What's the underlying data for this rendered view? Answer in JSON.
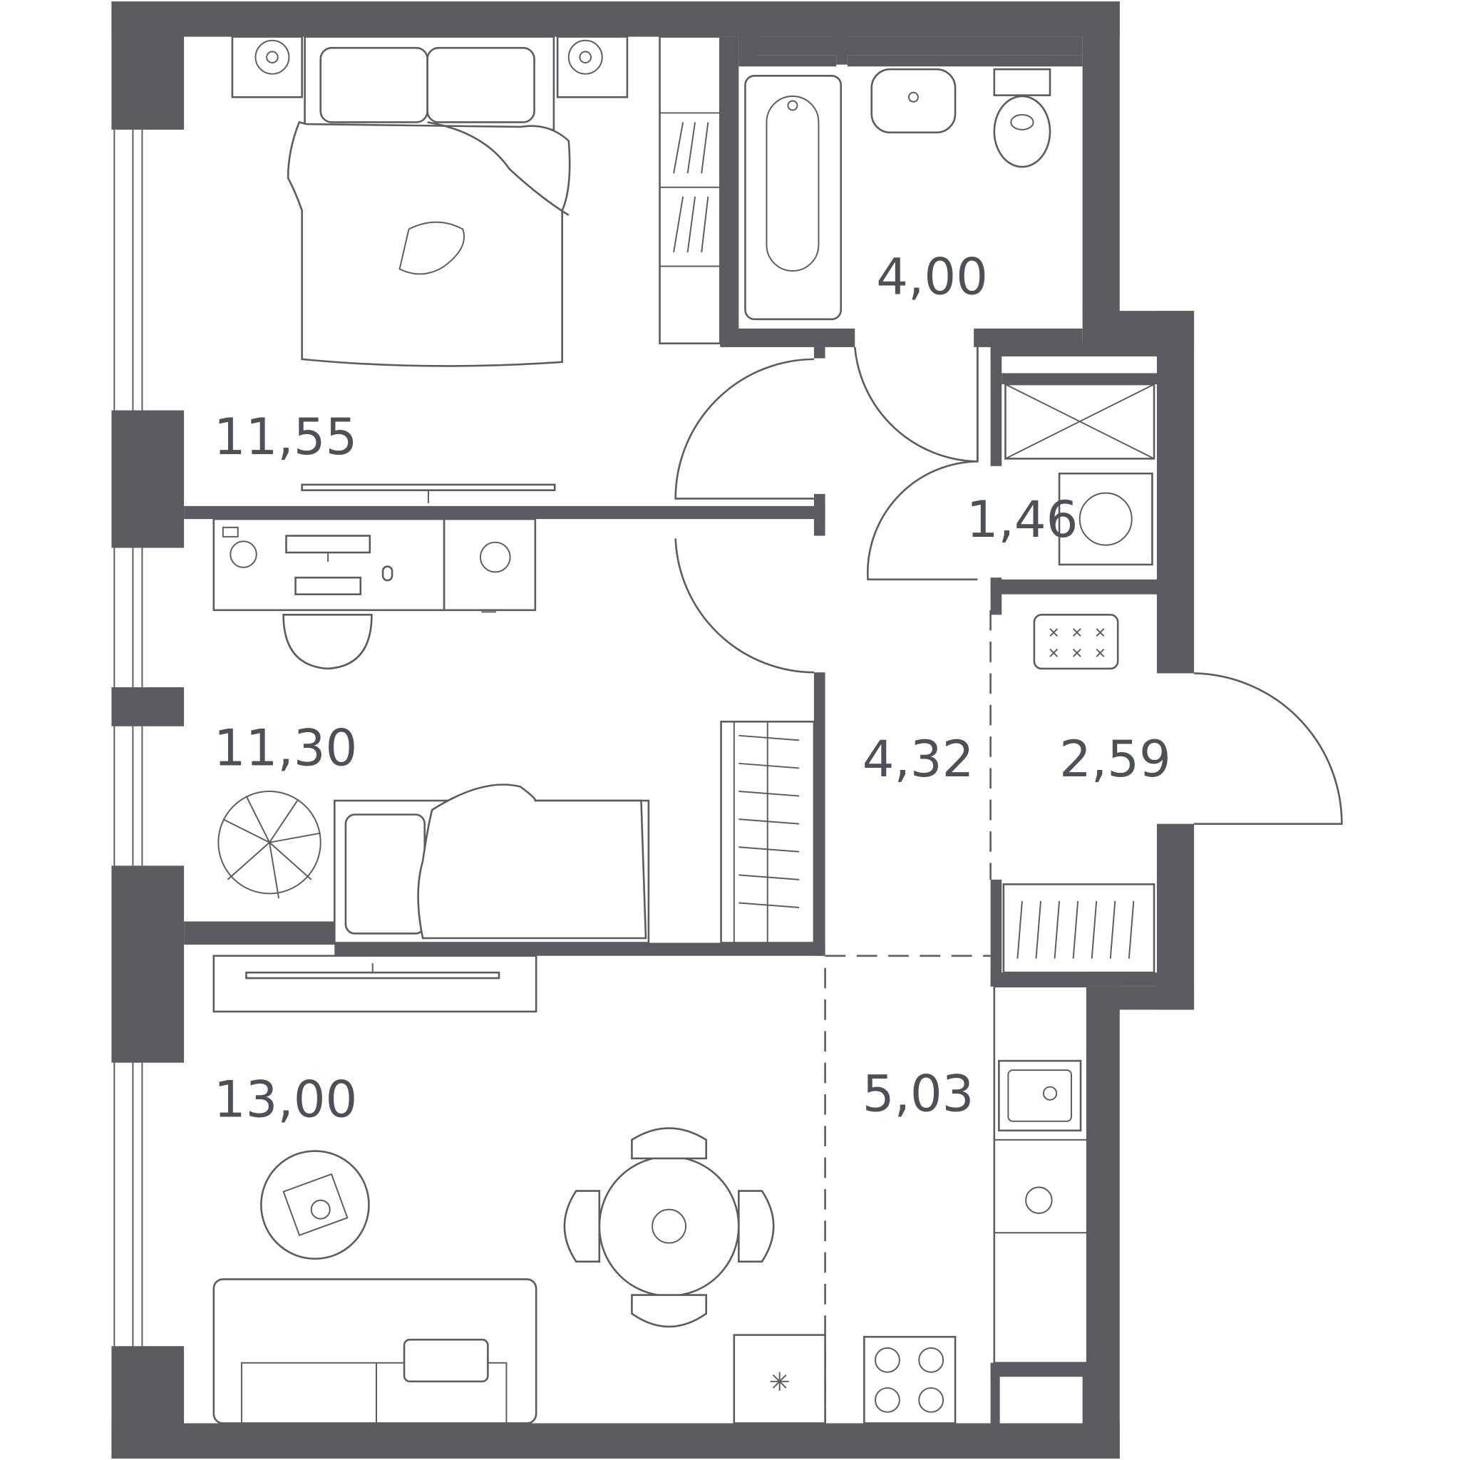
{
  "colors": {
    "wall": "#5a5c62",
    "line": "#5a5c62",
    "label": "#4d5157",
    "background": "#ffffff"
  },
  "rooms": [
    {
      "id": "bedroom-1",
      "area": "11,55"
    },
    {
      "id": "bedroom-2",
      "area": "11,30"
    },
    {
      "id": "living-room",
      "area": "13,00"
    },
    {
      "id": "bathroom",
      "area": "4,00"
    },
    {
      "id": "storage",
      "area": "1,46"
    },
    {
      "id": "hallway",
      "area": "4,32"
    },
    {
      "id": "entrance",
      "area": "2,59"
    },
    {
      "id": "kitchen",
      "area": "5,03"
    }
  ]
}
